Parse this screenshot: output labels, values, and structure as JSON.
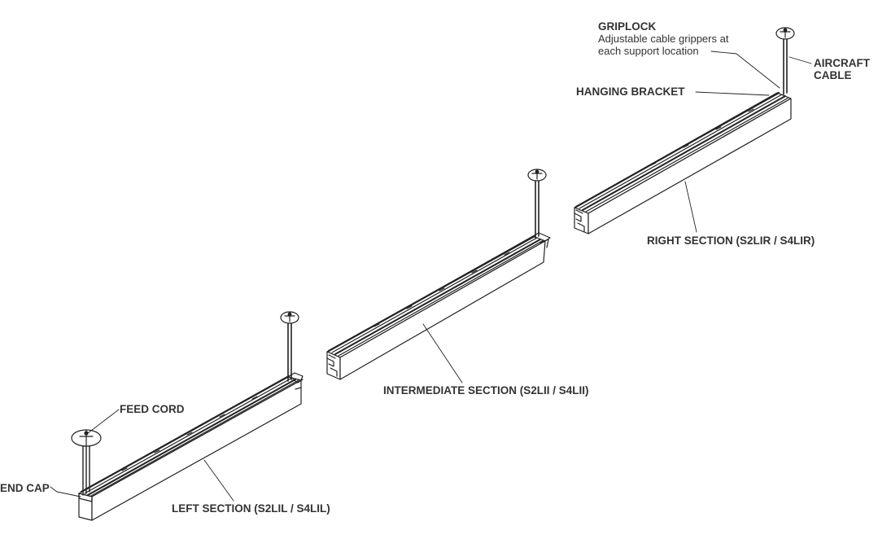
{
  "labels": {
    "griplock_title": "GRIPLOCK",
    "griplock_desc_1": "Adjustable cable grippers at",
    "griplock_desc_2": "each support location",
    "aircraft_cable_1": "AIRCRAFT",
    "aircraft_cable_2": "CABLE",
    "hanging_bracket": "HANGING BRACKET",
    "right_section": "RIGHT SECTION (S2LIR / S4LIR)",
    "intermediate_section": "INTERMEDIATE SECTION (S2LII / S4LII)",
    "feed_cord": "FEED CORD",
    "end_cap": "END CAP",
    "left_section": "LEFT SECTION (S2LIL / S4LIL)"
  },
  "colors": {
    "line": "#222222",
    "text": "#333333"
  }
}
